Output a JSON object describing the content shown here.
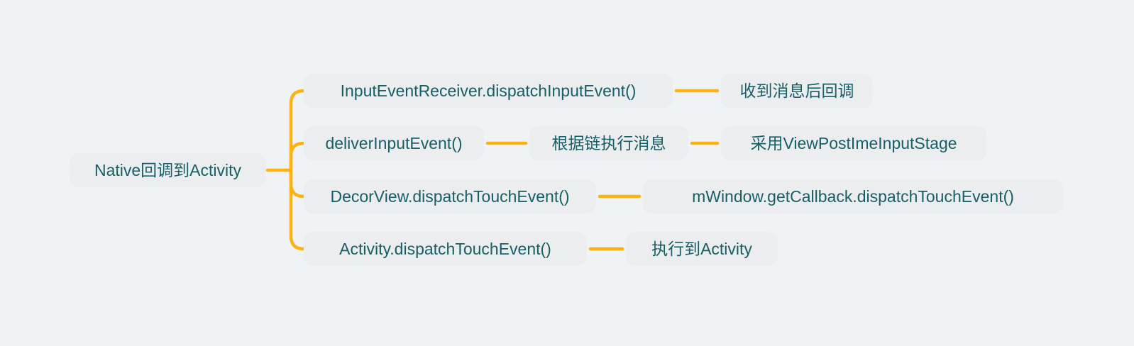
{
  "mindmap": {
    "title": "Native touch event dispatch mind map",
    "root": {
      "label": "Native回调到Activity"
    },
    "branches": [
      {
        "label": "InputEventReceiver.dispatchInputEvent()",
        "children": [
          {
            "label": "收到消息后回调"
          }
        ]
      },
      {
        "label": "deliverInputEvent()",
        "children": [
          {
            "label": "根据链执行消息",
            "children": [
              {
                "label": "采用ViewPostImeInputStage"
              }
            ]
          }
        ]
      },
      {
        "label": "DecorView.dispatchTouchEvent()",
        "children": [
          {
            "label": "mWindow.getCallback.dispatchTouchEvent()"
          }
        ]
      },
      {
        "label": "Activity.dispatchTouchEvent()",
        "children": [
          {
            "label": "执行到Activity"
          }
        ]
      }
    ]
  },
  "colors": {
    "page_bg": "#F0F3F6",
    "node_bg": "#ECEDEE",
    "node_text": "#175E67",
    "connector": "#FBB213"
  }
}
